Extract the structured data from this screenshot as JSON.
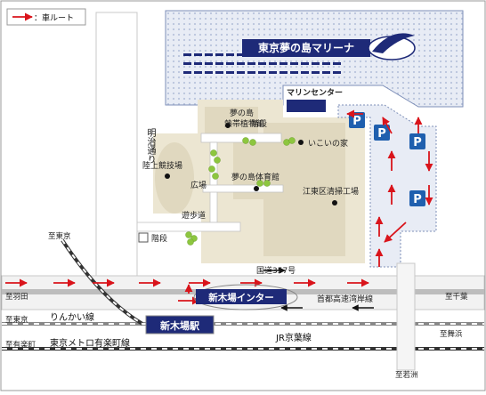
{
  "legend": {
    "label": "：車ルート"
  },
  "marina": {
    "name": "東京夢の島マリーナ"
  },
  "buildings": {
    "marine_center": "マリンセンター",
    "ikoi": "いこいの家",
    "tropical_garden_1": "夢の島",
    "tropical_garden_2": "熱帯植物館",
    "gym": "夢の島体育館",
    "track": "陸上競技場",
    "plaza": "広場",
    "promenade": "遊歩道",
    "stairs_upper": "階段",
    "stairs_lower": "階段",
    "cleaning_plant": "江東区清掃工場"
  },
  "roads": {
    "meiji_dori": "明治通り",
    "route357": "国道357号",
    "expressway": "首都高速湾岸線",
    "interchange": "新木場インター"
  },
  "rail": {
    "station": "新木場駅",
    "rinkai": "りんかい線",
    "yurakucho": "東京メトロ有楽町線",
    "keiyo": "JR京葉線"
  },
  "directions": {
    "to_tokyo": "至東京",
    "to_haneda": "至羽田",
    "to_chiba": "至千葉",
    "to_tokyo_tele": "至東京",
    "to_yurakucho": "至有楽町",
    "to_maihama": "至舞浜",
    "to_wakasu": "至若洲"
  },
  "parking_symbol": "P",
  "colors": {
    "route_red": "#d9141b",
    "sea_pattern": "#c8d2e6",
    "marina_label_bg": "#1e2a78",
    "interchange_bg": "#1e2a78",
    "parking_blue": "#1f5fae",
    "land_beige": "#ece6d2",
    "tree_green": "#8dc63f"
  }
}
